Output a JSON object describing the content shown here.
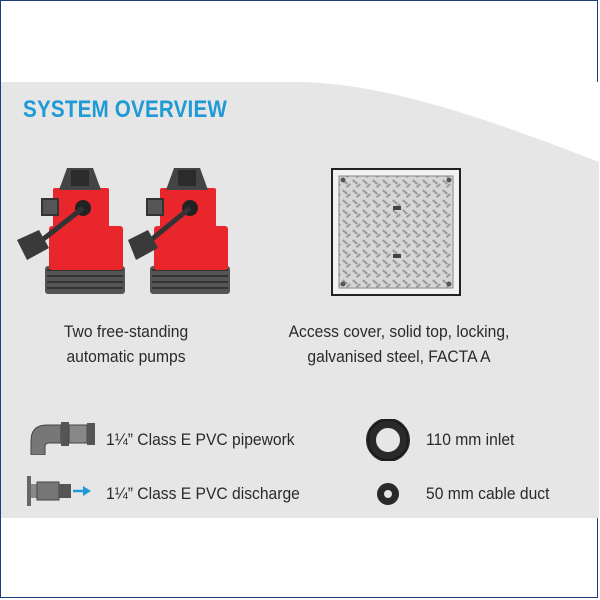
{
  "header": {
    "title": "SYSTEM OVERVIEW"
  },
  "items": {
    "pumps": {
      "line1": "Two free-standing",
      "line2": "automatic pumps"
    },
    "cover": {
      "line1": "Access cover, solid top, locking,",
      "line2": "galvanised steel, FACTA A"
    }
  },
  "legend": {
    "pipework": "1¼” Class E PVC pipework",
    "discharge": "1¼” Class E PVC discharge",
    "inlet": "110 mm inlet",
    "cable_duct": "50 mm cable duct"
  },
  "icons": {
    "pump": "pump-icon",
    "cover": "access-cover-icon",
    "pipework": "pipe-elbow-icon",
    "discharge": "discharge-pipe-icon",
    "inlet": "inlet-ring-icon",
    "cable_duct": "cable-duct-ring-icon"
  },
  "colors": {
    "accent": "#1e9ad6",
    "panel": "#e6e6e7",
    "pump_red": "#e8262b",
    "frame": "#1f3d7a"
  }
}
